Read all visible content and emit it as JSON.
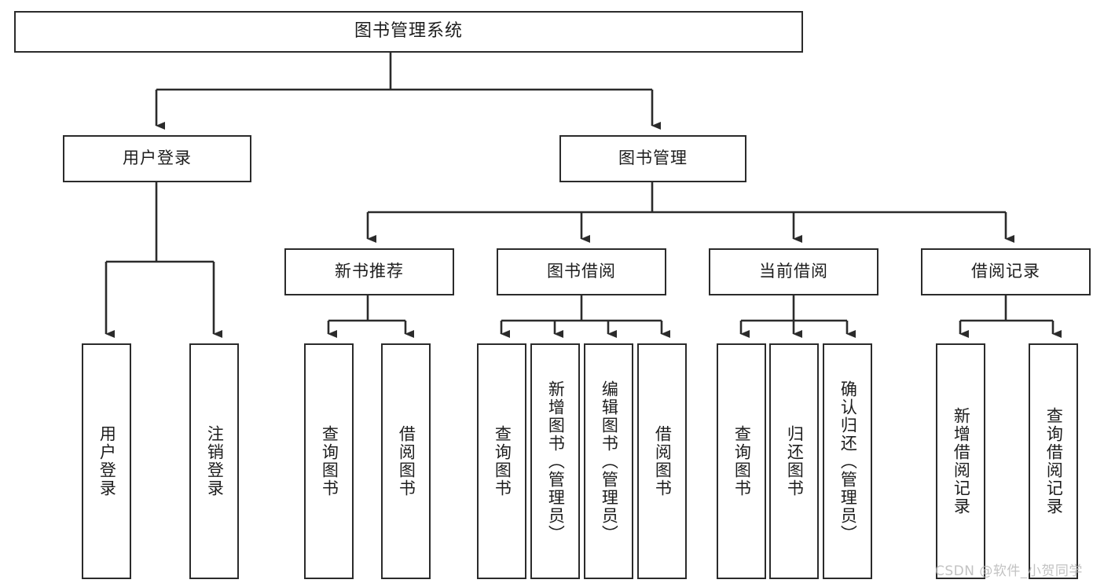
{
  "diagram": {
    "type": "tree-hierarchy-chart",
    "title": "图书管理系统",
    "line_color": "#2b2b2b",
    "box_fill": "#ffffff",
    "text_color": "#1d1d1d",
    "nodes": {
      "root": {
        "label": "图书管理系统"
      },
      "level1": [
        {
          "label": "用户登录"
        },
        {
          "label": "图书管理"
        }
      ],
      "level2": [
        {
          "label": "新书推荐"
        },
        {
          "label": "图书借阅"
        },
        {
          "label": "当前借阅"
        },
        {
          "label": "借阅记录"
        }
      ],
      "leaves": {
        "user_login": [
          {
            "label": "用户登录"
          },
          {
            "label": "注销登录"
          }
        ],
        "new_book_recommend": [
          {
            "label": "查询图书"
          },
          {
            "label": "借阅图书"
          }
        ],
        "book_borrow": [
          {
            "label": "查询图书"
          },
          {
            "label": "新增图书（管理员）"
          },
          {
            "label": "编辑图书（管理员）"
          },
          {
            "label": "借阅图书"
          }
        ],
        "current_borrow": [
          {
            "label": "查询图书"
          },
          {
            "label": "归还图书"
          },
          {
            "label": "确认归还（管理员）"
          }
        ],
        "borrow_record": [
          {
            "label": "新增借阅记录"
          },
          {
            "label": "查询借阅记录"
          }
        ]
      }
    }
  },
  "watermark": {
    "text": "CSDN @软件_小贺同学"
  }
}
